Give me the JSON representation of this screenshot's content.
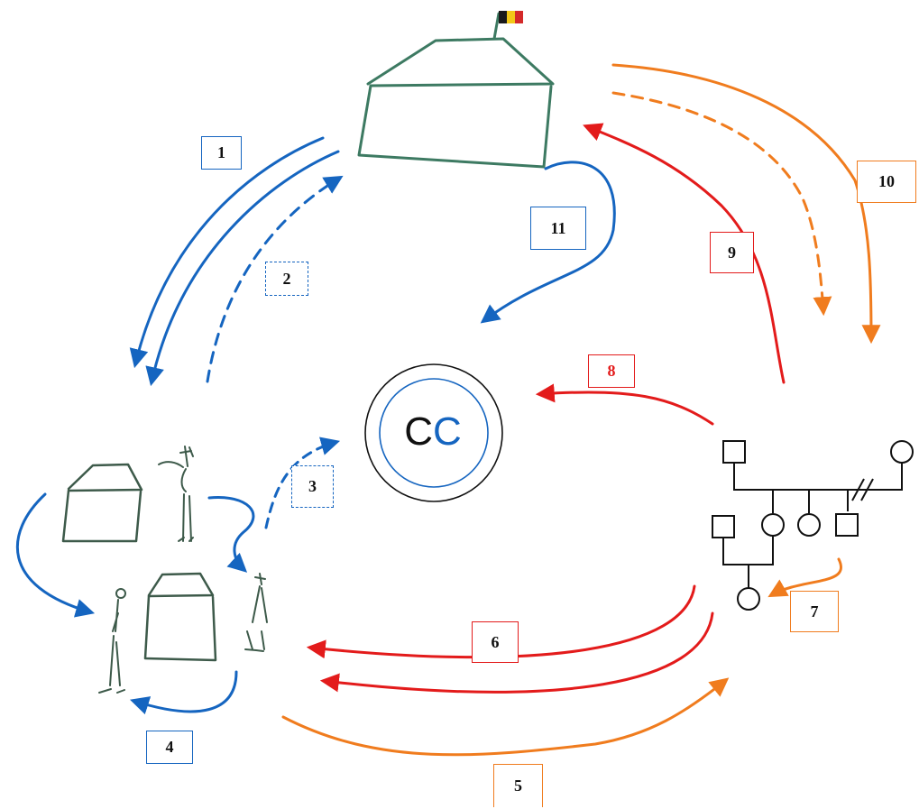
{
  "colors": {
    "blue": "#1565c0",
    "red": "#e31b1b",
    "orange": "#f07c1e",
    "green": "#3d7a62",
    "black": "#111111"
  },
  "center": {
    "letter_1": "C",
    "letter_2": "C"
  },
  "labels": [
    {
      "id": "1",
      "text": "1",
      "color": "blue",
      "style": "solid",
      "text_color": "black"
    },
    {
      "id": "2",
      "text": "2",
      "color": "blue",
      "style": "dashed",
      "text_color": "black"
    },
    {
      "id": "3",
      "text": "3",
      "color": "blue",
      "style": "dashed",
      "text_color": "black"
    },
    {
      "id": "4",
      "text": "4",
      "color": "blue",
      "style": "solid",
      "text_color": "black"
    },
    {
      "id": "5",
      "text": "5",
      "color": "orange",
      "style": "solid",
      "text_color": "black"
    },
    {
      "id": "6",
      "text": "6",
      "color": "red",
      "style": "solid",
      "text_color": "black"
    },
    {
      "id": "7",
      "text": "7",
      "color": "orange",
      "style": "solid",
      "text_color": "black"
    },
    {
      "id": "8",
      "text": "8",
      "color": "red",
      "style": "solid",
      "text_color": "red"
    },
    {
      "id": "9",
      "text": "9",
      "color": "red",
      "style": "solid",
      "text_color": "black"
    },
    {
      "id": "10",
      "text": "10",
      "color": "orange",
      "style": "solid",
      "text_color": "black"
    },
    {
      "id": "11",
      "text": "11",
      "color": "blue",
      "style": "solid",
      "text_color": "black"
    }
  ]
}
